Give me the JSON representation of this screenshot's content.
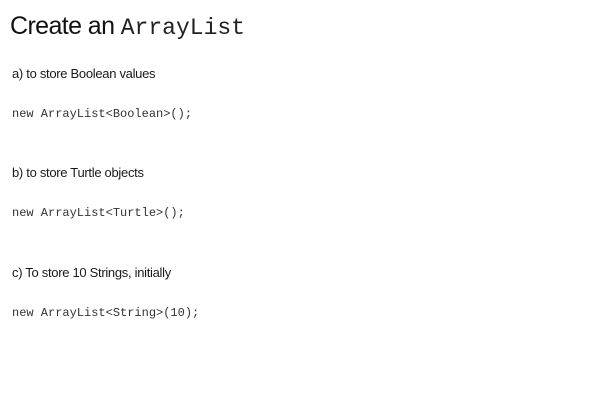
{
  "slide": {
    "title_prefix": "Create an ",
    "title_code": "ArrayList",
    "items": [
      {
        "question": "a)  to store Boolean values",
        "code": "new ArrayList<Boolean>();"
      },
      {
        "question": "b) to store Turtle objects",
        "code": "new ArrayList<Turtle>();"
      },
      {
        "question": "c) To store 10 Strings, initially",
        "code": "new ArrayList<String>(10);"
      }
    ]
  }
}
